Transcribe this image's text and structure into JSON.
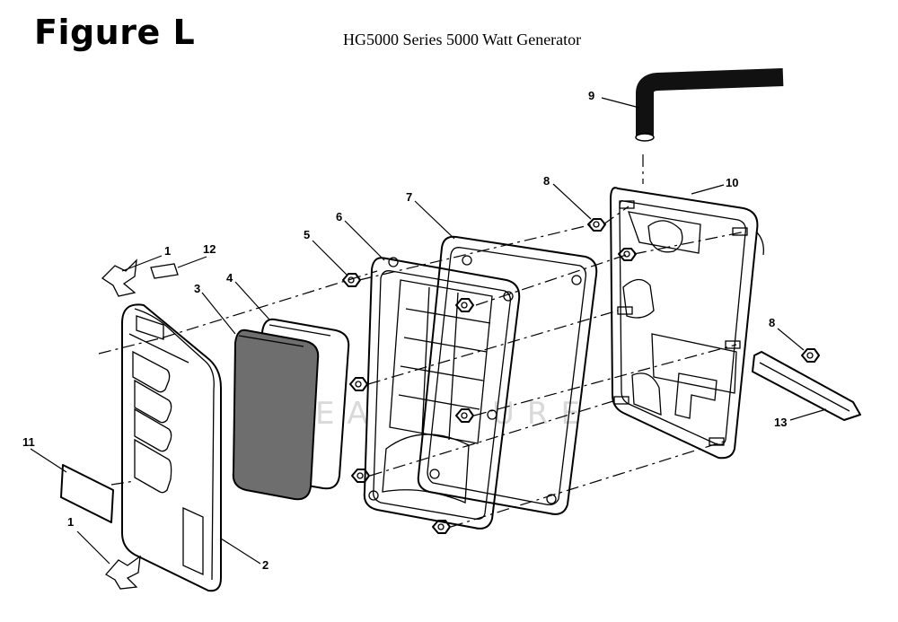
{
  "header": {
    "figure_title": "Figure L",
    "subtitle": "HG5000 Series 5000 Watt Generator"
  },
  "callouts": {
    "c1_top": "1",
    "c12": "12",
    "c3": "3",
    "c4": "4",
    "c5": "5",
    "c6": "6",
    "c7": "7",
    "c8_top": "8",
    "c9": "9",
    "c10": "10",
    "c8_right": "8",
    "c13": "13",
    "c11": "11",
    "c1_bottom": "1",
    "c2": "2"
  },
  "colors": {
    "line": "#000000",
    "filter_element": "#6e6e6e",
    "hose": "#111111",
    "watermark": "#d9d9d9"
  }
}
